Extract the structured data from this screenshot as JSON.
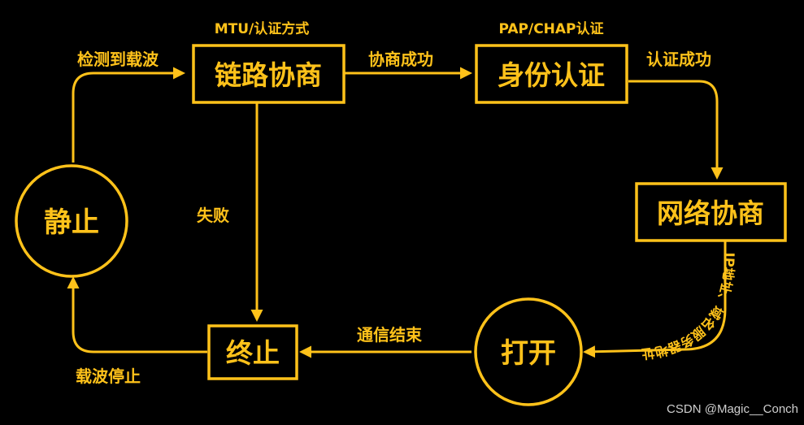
{
  "colors": {
    "accent": "#ffc21a",
    "background": "#000000",
    "watermark": "#cfcfcf"
  },
  "nodes": {
    "link": "链路协商",
    "auth": "身份认证",
    "net": "网络协商",
    "open": "打开",
    "term": "终止",
    "idle": "静止"
  },
  "edges": {
    "link_top_note": "MTU/认证方式",
    "auth_top_note": "PAP/CHAP认证",
    "detect": "检测到载波",
    "link_success": "协商成功",
    "auth_success": "认证成功",
    "fail": "失败",
    "net_to_open": "IP地址、域名服务器地址",
    "comm_end": "通信结束",
    "carrier_stop": "载波停止"
  },
  "watermark": "CSDN @Magic__Conch"
}
